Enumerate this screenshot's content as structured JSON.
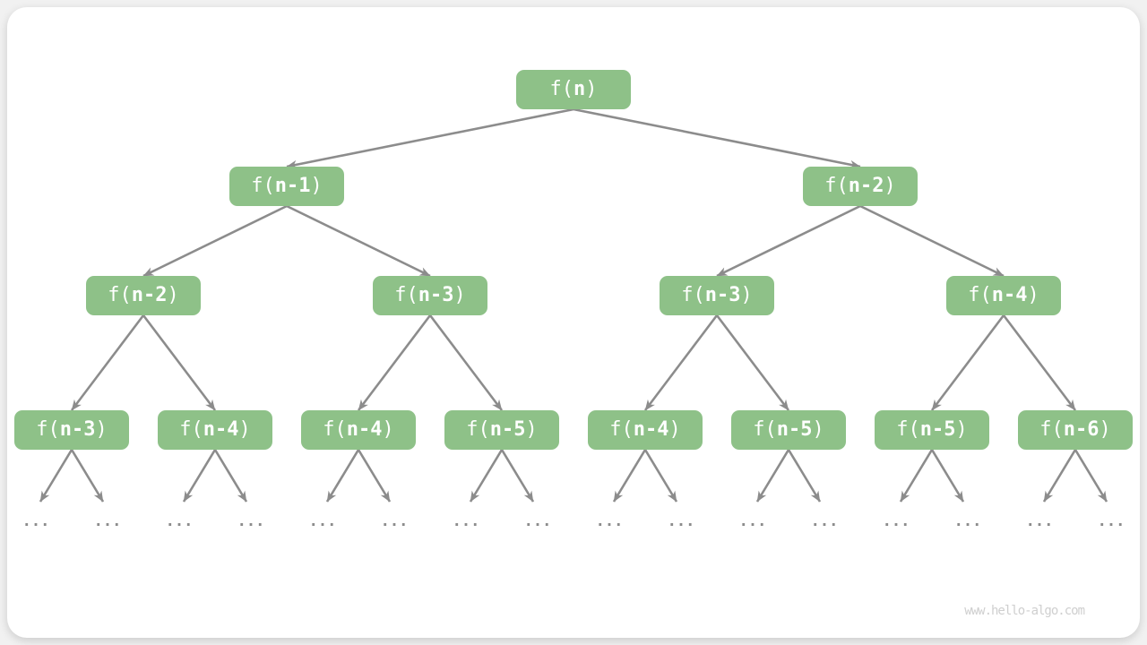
{
  "watermark": {
    "text": "www.hello-algo.com"
  },
  "colors": {
    "node_fill": "#8EC188",
    "node_text": "#FFFFFF",
    "edge": "#8C8C8C",
    "ellipsis": "#8C8C8C",
    "watermark": "#CFCFCF",
    "card_bg": "#FFFFFF",
    "page_bg": "#F1F1F1"
  },
  "tree": {
    "ellipsis": "...",
    "levels": [
      [
        "f(n)"
      ],
      [
        "f(n-1)",
        "f(n-2)"
      ],
      [
        "f(n-2)",
        "f(n-3)",
        "f(n-3)",
        "f(n-4)"
      ],
      [
        "f(n-3)",
        "f(n-4)",
        "f(n-4)",
        "f(n-5)",
        "f(n-4)",
        "f(n-5)",
        "f(n-5)",
        "f(n-6)"
      ]
    ]
  }
}
